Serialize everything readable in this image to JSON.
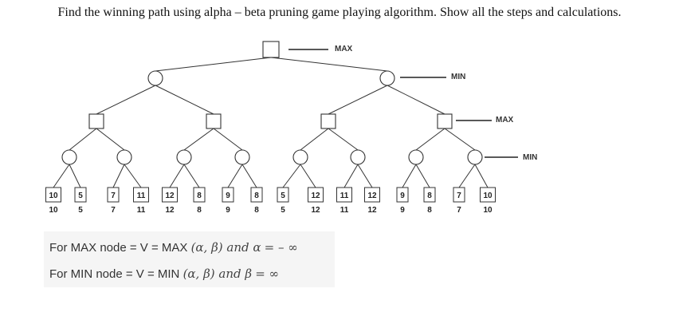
{
  "question": "Find the winning path using alpha – beta pruning game playing algorithm. Show all the steps and calculations.",
  "level_labels": {
    "root": "MAX",
    "level1": "MIN",
    "level2": "MAX",
    "level3": "MIN"
  },
  "leaves": [
    {
      "box": "10",
      "below": "10"
    },
    {
      "box": "5",
      "below": "5"
    },
    {
      "box": "7",
      "below": "7"
    },
    {
      "box": "11",
      "below": "11"
    },
    {
      "box": "12",
      "below": "12"
    },
    {
      "box": "8",
      "below": "8"
    },
    {
      "box": "9",
      "below": "9"
    },
    {
      "box": "8",
      "below": "8"
    },
    {
      "box": "5",
      "below": "5"
    },
    {
      "box": "12",
      "below": "12"
    },
    {
      "box": "11",
      "below": "11"
    },
    {
      "box": "12",
      "below": "12"
    },
    {
      "box": "9",
      "below": "9"
    },
    {
      "box": "8",
      "below": "8"
    },
    {
      "box": "7",
      "below": "7"
    },
    {
      "box": "10",
      "below": "10"
    }
  ],
  "notes": {
    "max_prefix": "For MAX node = V = MAX ",
    "max_math": "(α, β) and α",
    "max_value": "= – ∞",
    "min_prefix": "For MIN node = V = MIN ",
    "min_math": "(α, β) and β",
    "min_value": "= ∞"
  }
}
